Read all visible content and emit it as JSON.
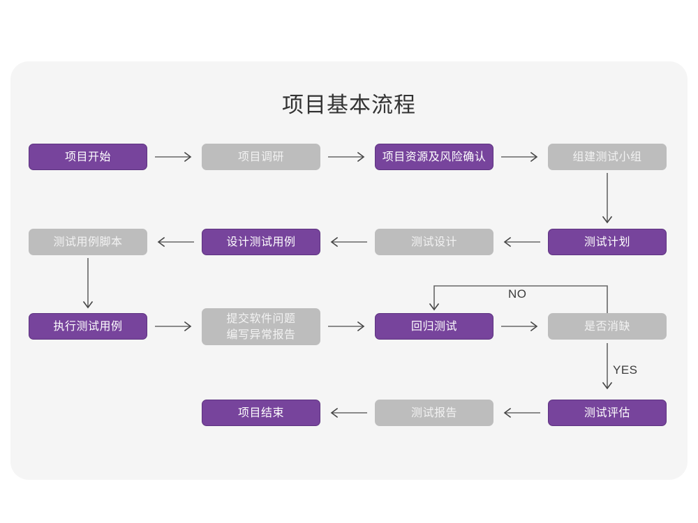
{
  "page": {
    "background": "#ffffff",
    "card_background": "#f5f5f5"
  },
  "title": "项目基本流程",
  "colors": {
    "purple": "#77449c",
    "purple_border": "#5d3280",
    "gray": "#bdbdbd",
    "gray_text": "#f2f2f2",
    "arrow": "#666666",
    "title_text": "#333333"
  },
  "flow": {
    "rows": [
      {
        "name": "row-1",
        "direction": "left-to-right",
        "nodes": [
          {
            "id": "n1",
            "label": "项目开始",
            "style": "purple"
          },
          {
            "id": "n2",
            "label": "项目调研",
            "style": "gray"
          },
          {
            "id": "n3",
            "label": "项目资源及风险确认",
            "style": "purple"
          },
          {
            "id": "n4",
            "label": "组建测试小组",
            "style": "gray"
          }
        ]
      },
      {
        "name": "row-2",
        "direction": "right-to-left",
        "nodes": [
          {
            "id": "n8",
            "label": "测试用例脚本",
            "style": "gray"
          },
          {
            "id": "n7",
            "label": "设计测试用例",
            "style": "purple"
          },
          {
            "id": "n6",
            "label": "测试设计",
            "style": "gray"
          },
          {
            "id": "n5",
            "label": "测试计划",
            "style": "purple"
          }
        ]
      },
      {
        "name": "row-3",
        "direction": "left-to-right",
        "nodes": [
          {
            "id": "n9",
            "label": "执行测试用例",
            "style": "purple"
          },
          {
            "id": "n10",
            "label": "提交软件问题\n编写异常报告",
            "style": "gray"
          },
          {
            "id": "n11",
            "label": "回归测试",
            "style": "purple"
          },
          {
            "id": "n12",
            "label": "是否消缺",
            "style": "gray"
          }
        ]
      },
      {
        "name": "row-4",
        "direction": "right-to-left",
        "nodes": [
          {
            "id": "n15",
            "label": "项目结束",
            "style": "purple"
          },
          {
            "id": "n14",
            "label": "测试报告",
            "style": "gray"
          },
          {
            "id": "n13",
            "label": "测试评估",
            "style": "purple"
          }
        ]
      }
    ],
    "edge_labels": {
      "no": "NO",
      "yes": "YES"
    }
  }
}
